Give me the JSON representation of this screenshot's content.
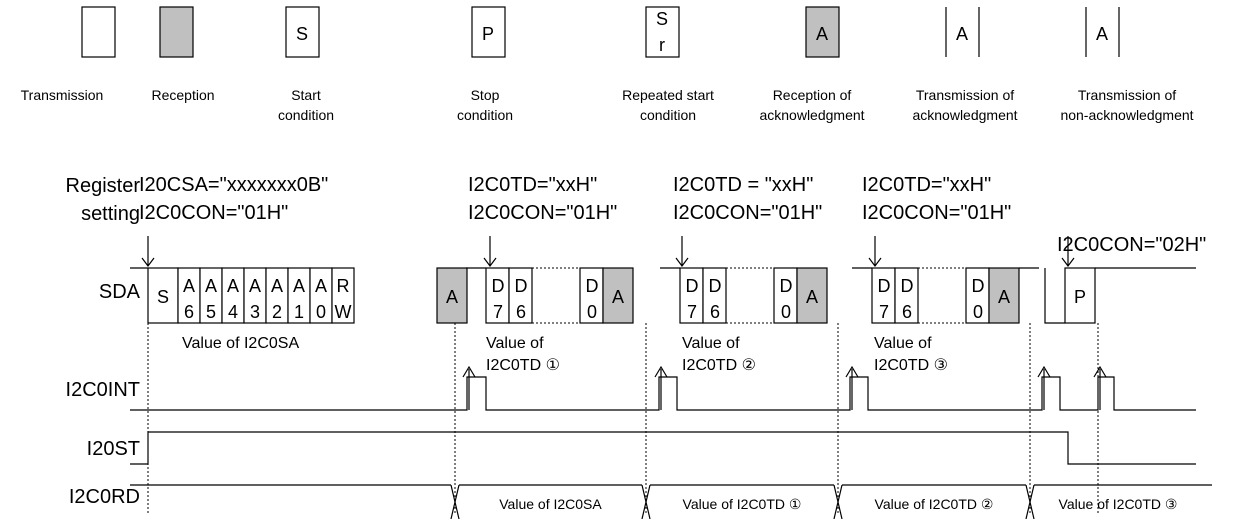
{
  "colors": {
    "reception_fill": "#c0c0c0",
    "line": "#000000"
  },
  "legend": [
    {
      "glyph": "",
      "lines": [
        "Transmission"
      ]
    },
    {
      "glyph": "",
      "lines": [
        "Reception"
      ]
    },
    {
      "glyph": "S",
      "lines": [
        "Start",
        "condition"
      ]
    },
    {
      "glyph": "P",
      "lines": [
        "Stop",
        "condition"
      ]
    },
    {
      "glyph": "S r",
      "lines": [
        "Repeated start",
        "condition"
      ]
    },
    {
      "glyph": "A",
      "lines": [
        "Reception of",
        "acknowledgment"
      ]
    },
    {
      "glyph": "A",
      "lines": [
        "Transmission of",
        "acknowledgment"
      ]
    },
    {
      "glyph": "A",
      "lines": [
        "Transmission of",
        "non-acknowledgment"
      ]
    }
  ],
  "register_setting_label": [
    "Register",
    "setting"
  ],
  "register_settings": [
    [
      "I20CSA=\"xxxxxxx0B\"",
      "I2C0CON=\"01H\""
    ],
    [
      "I2C0TD=\"xxH\"",
      "I2C0CON=\"01H\""
    ],
    [
      "I2C0TD = \"xxH\"",
      "I2C0CON=\"01H\""
    ],
    [
      "I2C0TD=\"xxH\"",
      "I2C0CON=\"01H\""
    ],
    [
      "I2C0CON=\"02H\""
    ]
  ],
  "signals": [
    "SDA",
    "I2C0INT",
    "I20ST",
    "I2C0RD"
  ],
  "sda": {
    "start": "S",
    "address_bits": [
      [
        "A",
        "6"
      ],
      [
        "A",
        "5"
      ],
      [
        "A",
        "4"
      ],
      [
        "A",
        "3"
      ],
      [
        "A",
        "2"
      ],
      [
        "A",
        "1"
      ],
      [
        "A",
        "0"
      ],
      [
        "R",
        "W"
      ]
    ],
    "ack": "A",
    "data_first": [
      [
        "D",
        "7"
      ],
      [
        "D",
        "6"
      ]
    ],
    "data_last": [
      "D",
      "0"
    ],
    "stop": "P"
  },
  "sda_notes": [
    [
      "Value of I2C0SA"
    ],
    [
      "Value of",
      "I2C0TD ①"
    ],
    [
      "Value of",
      "I2C0TD ②"
    ],
    [
      "Value of",
      "I2C0TD ③"
    ]
  ],
  "i2c0rd_values": [
    "Value of I2C0SA",
    "Value of I2C0TD ①",
    "Value of I2C0TD ②",
    "Value of I2C0TD ③"
  ]
}
